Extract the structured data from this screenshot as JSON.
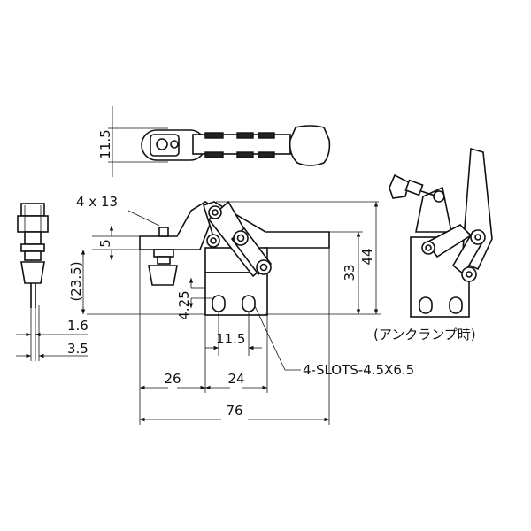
{
  "dimensions": {
    "top_view_height": "11.5",
    "handle_bar_pitch": "4 x 13",
    "bar_offset": "5",
    "spindle_height": "(23.5)",
    "slot_height": "4.25",
    "base_height": "33",
    "total_height": "44",
    "side_thickness": "1.6",
    "side_width": "3.5",
    "slot_pitch": "11.5",
    "base_offset": "26",
    "base_length": "24",
    "total_length": "76"
  },
  "callouts": {
    "slots": "4-SLOTS-4.5X6.5",
    "unclamped_view": "(アンクランプ時)"
  }
}
